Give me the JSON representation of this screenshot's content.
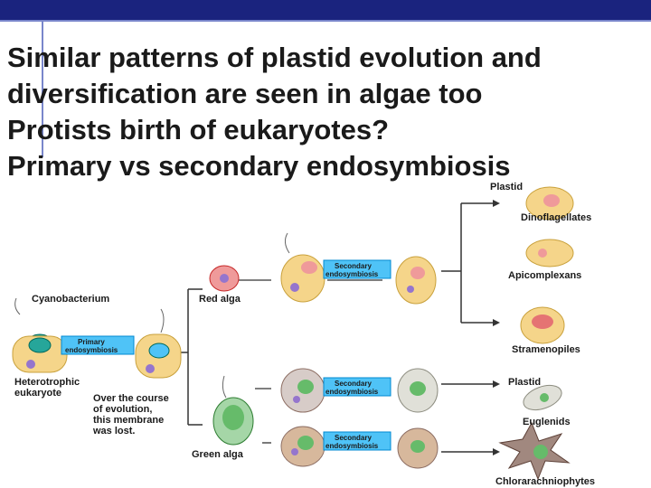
{
  "slide": {
    "title_lines": [
      "Similar patterns of plastid evolution and",
      "diversification are seen in algae too",
      "Protists birth of eukaryotes?",
      "Primary vs secondary endosymbiosis"
    ]
  },
  "diagram": {
    "labels": {
      "cyanobacterium": "Cyanobacterium",
      "heterotrophic_1": "Heterotrophic",
      "heterotrophic_2": "eukaryote",
      "primary_1": "Primary",
      "primary_2": "endosymbiosis",
      "note_1": "Over the course",
      "note_2": "of evolution,",
      "note_3": "this membrane",
      "note_4": "was lost.",
      "red_alga": "Red alga",
      "green_alga": "Green alga",
      "secondary_1": "Secondary",
      "secondary_2": "endosymbiosis",
      "plastid_top": "Plastid",
      "dinoflagellates": "Dinoflagellates",
      "apicomplexans": "Apicomplexans",
      "stramenopiles": "Stramenopiles",
      "plastid_euglenid": "Plastid",
      "euglenids": "Euglenids",
      "chlorarachniophytes": "Chlorarachniophytes"
    }
  }
}
